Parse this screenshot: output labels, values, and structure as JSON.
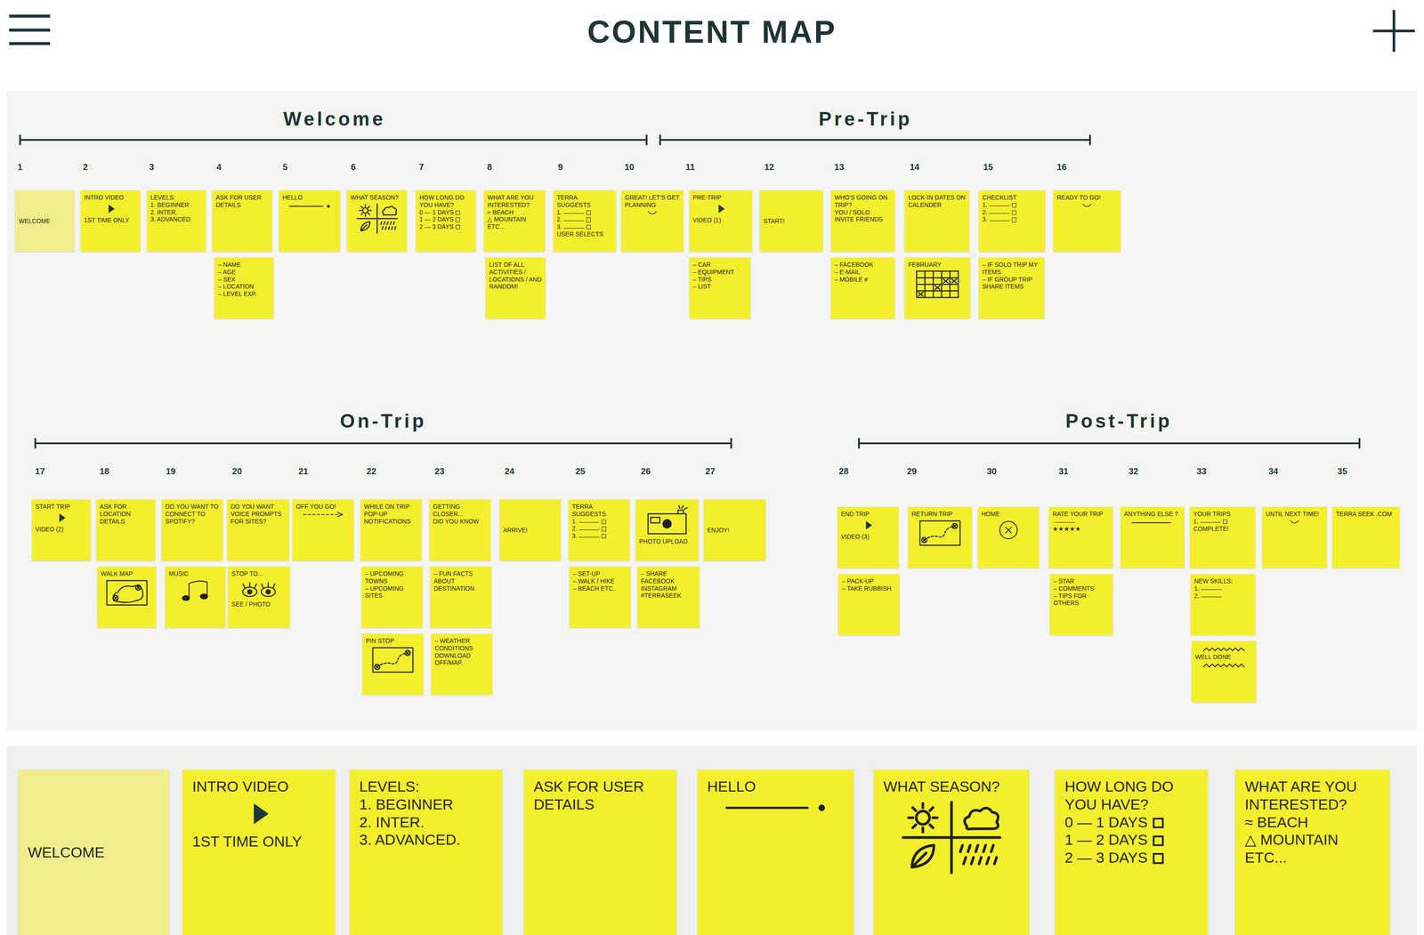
{
  "diagram": {
    "title": "CONTENT MAP",
    "nodes": [
      {
        "text": [
          "WELCOME"
        ]
      },
      {
        "text": [
          "INTRO VIDEO",
          "1ST TIME ONLY"
        ]
      },
      {
        "text": [
          "LEVELS:",
          "1. BEGINNER",
          "2. INTER.",
          "3. ADVANCED."
        ]
      },
      {
        "text": [
          "ASK FOR USER DETAILS"
        ]
      },
      {
        "text": [
          "– NAME",
          "– AGE",
          "– SEX",
          "– LOCATION",
          "– LEVEL EXP."
        ]
      },
      {
        "text": [
          "HELLO"
        ]
      },
      {
        "text": [
          "WHAT SEASON?"
        ]
      },
      {
        "text": [
          "HOW LONG DO YOU HAVE?",
          "0 — 1 DAYS",
          "1 — 2 DAYS",
          "2 — 3 DAYS"
        ]
      },
      {
        "text": [
          "WHAT ARE YOU INTERESTED?",
          "≈ BEACH",
          "△ MOUNTAIN",
          "ETC..."
        ]
      },
      {
        "text": [
          "LIST OF ALL ACTIVITIES / LOCATIONS / AND RANDOM!"
        ]
      },
      {
        "text": [
          "TERRA SUGGESTS",
          "1.",
          "2.",
          "3.",
          "USER SELECTS"
        ]
      },
      {
        "text": [
          "GREAT! LET'S GET PLANNING"
        ]
      },
      {
        "text": [
          "PRE-TRIP",
          "VIDEO (1)"
        ]
      },
      {
        "text": [
          "– CAR",
          "– EQUIPMENT",
          "– TIPS",
          "– LIST"
        ]
      },
      {
        "text": [
          "START!"
        ]
      },
      {
        "text": [
          "WHO'S GOING ON TRIP?",
          "YOU / SOLO",
          "INVITE FRIENDS"
        ]
      },
      {
        "text": [
          "– FACEBOOK",
          "– E-MAIL",
          "– MOBILE #"
        ]
      },
      {
        "text": [
          "LOCK-IN DATES ON CALENDER"
        ]
      },
      {
        "text": [
          "FEBRUARY"
        ]
      },
      {
        "text": [
          "CHECKLIST",
          "1.",
          "2.",
          "3."
        ]
      },
      {
        "text": [
          "– IF SOLO TRIP MY ITEMS",
          "– IF GROUP TRIP SHARE ITEMS"
        ]
      },
      {
        "text": [
          "READY TO GO!"
        ]
      },
      {
        "text": [
          "START TRIP",
          "VIDEO (2)"
        ]
      },
      {
        "text": [
          "ASK FOR LOCATION DETAILS"
        ]
      },
      {
        "text": [
          "WALK MAP"
        ]
      },
      {
        "text": [
          "DO YOU WANT TO CONNECT TO SPOTIFY?"
        ]
      },
      {
        "text": [
          "MUSIC"
        ]
      },
      {
        "text": [
          "DO YOU WANT VOICE PROMPTS FOR SITES?"
        ]
      },
      {
        "text": [
          "STOP TO...",
          "SEE / PHOTO"
        ]
      },
      {
        "text": [
          "OFF YOU GO!"
        ]
      },
      {
        "text": [
          "WHILE ON TRIP POP-UP NOTIFICATIONS"
        ]
      },
      {
        "text": [
          "– UPCOMING TOWNS",
          "– UPCOMING SITES"
        ]
      },
      {
        "text": [
          "PIN STOP"
        ]
      },
      {
        "text": [
          "GETTING CLOSER...",
          "DID YOU KNOW"
        ]
      },
      {
        "text": [
          "– FUN FACTS ABOUT DESTINATION"
        ]
      },
      {
        "text": [
          "– WEATHER CONDITIONS DOWNLOAD OFF/MAP."
        ]
      },
      {
        "text": [
          "ARRIVE!"
        ]
      },
      {
        "text": [
          "TERRA SUGGESTS",
          "1.",
          "2.",
          "3."
        ]
      },
      {
        "text": [
          "– SET-UP",
          "– WALK / HIKE",
          "– BEACH ETC."
        ]
      },
      {
        "text": [
          "PHOTO UPLOAD"
        ]
      },
      {
        "text": [
          "– SHARE FACEBOOK INSTAGRAM #TERRASEEK"
        ]
      },
      {
        "text": [
          "ENJOY!"
        ]
      },
      {
        "text": [
          "END TRIP",
          "VIDEO (3)"
        ]
      },
      {
        "text": [
          "– PACK-UP",
          "– TAKE RUBBISH"
        ]
      },
      {
        "text": [
          "RETURN TRIP"
        ]
      },
      {
        "text": [
          "HOME"
        ]
      },
      {
        "text": [
          "RATE YOUR TRIP",
          "★★★★★"
        ]
      },
      {
        "text": [
          "– STAR",
          "– COMMENTS",
          "– TIPS FOR OTHERS"
        ]
      },
      {
        "text": [
          "ANYTHING ELSE ?"
        ]
      },
      {
        "text": [
          "YOUR TRIPS",
          "1.",
          "COMPLETE!"
        ]
      },
      {
        "text": [
          "NEW SKILLS:",
          "1.",
          "2."
        ]
      },
      {
        "text": [
          "WELL DONE"
        ]
      },
      {
        "text": [
          "UNTIL NEXT TIME!"
        ]
      },
      {
        "text": [
          "TERRA SEEK .COM"
        ]
      },
      {
        "text": [
          "WELCOME"
        ]
      },
      {
        "text": [
          "INTRO VIDEO",
          "1ST TIME ONLY"
        ]
      },
      {
        "text": [
          "LEVELS:",
          "1. BEGINNER",
          "2. INTER.",
          "3. ADVANCED."
        ]
      },
      {
        "text": [
          "ASK FOR USER DETAILS"
        ]
      },
      {
        "text": [
          "HELLO"
        ]
      },
      {
        "text": [
          "WHAT SEASON?"
        ]
      },
      {
        "text": [
          "HOW LONG DO YOU HAVE?",
          "0 — 1 DAYS",
          "1 — 2 DAYS",
          "2 — 3 DAYS"
        ]
      },
      {
        "text": [
          "WHAT ARE YOU INTERESTED?",
          "≈ BEACH",
          "△ MOUNTAIN",
          "ETC..."
        ]
      }
    ],
    "labels": [
      "Welcome",
      "Pre-Trip",
      "On-Trip",
      "Post-Trip",
      "1",
      "2",
      "3",
      "4",
      "5",
      "6",
      "7",
      "8",
      "9",
      "10",
      "11",
      "12",
      "13",
      "14",
      "15",
      "16",
      "17",
      "18",
      "19",
      "20",
      "21",
      "22",
      "23",
      "24",
      "25",
      "26",
      "27",
      "28",
      "29",
      "30",
      "31",
      "32",
      "33",
      "34",
      "35"
    ]
  }
}
